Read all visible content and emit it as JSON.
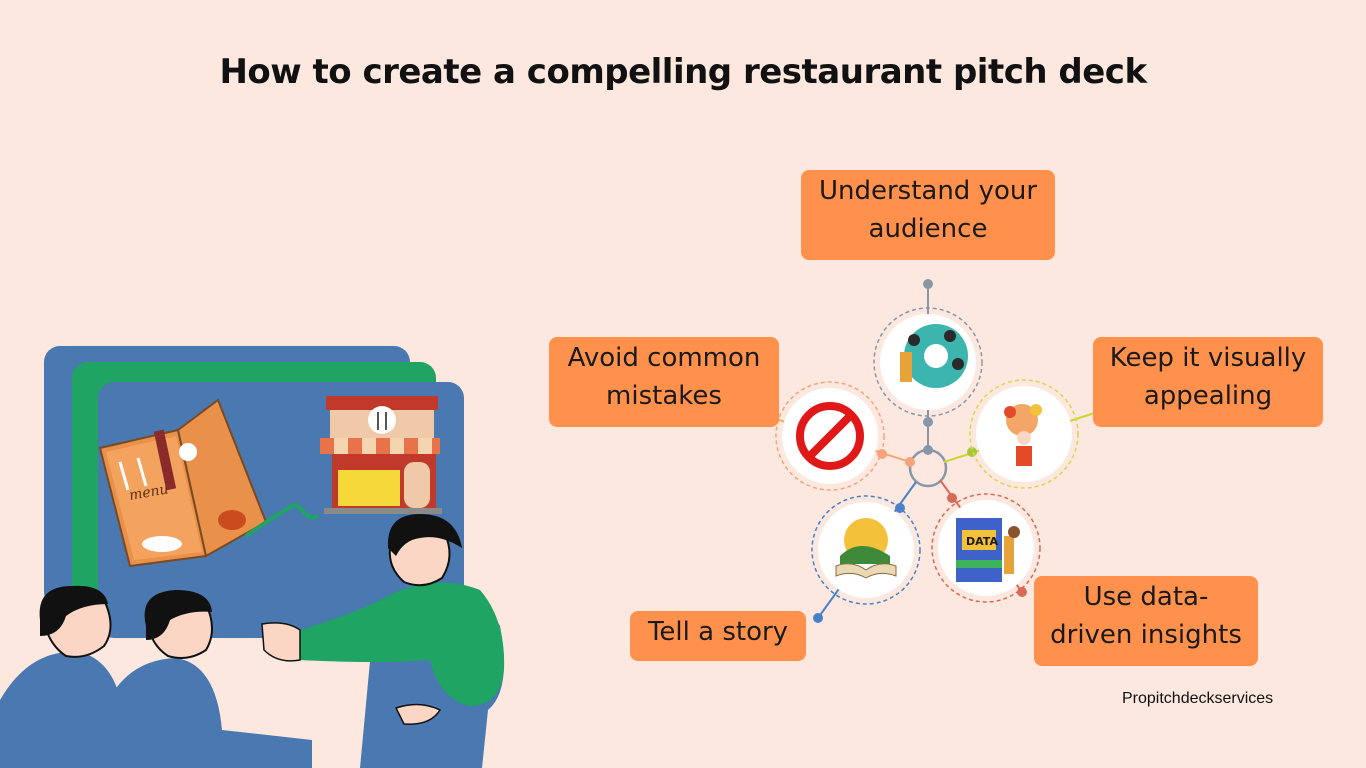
{
  "title": "How to create a compelling restaurant pitch deck",
  "steps": {
    "understand": "Understand your\naudience",
    "visual": "Keep it visually\nappealing",
    "data": "Use data-\ndriven insights",
    "story": "Tell a story",
    "mistakes": "Avoid common\nmistakes"
  },
  "brand": "Propitchdeckservices",
  "illustration": {
    "menu_word": "menu",
    "data_word": "DATA"
  },
  "colors": {
    "background": "#fde8e0",
    "label_fill": "#ff914d",
    "board_blue": "#4a78b0",
    "board_green": "#1fa463"
  }
}
